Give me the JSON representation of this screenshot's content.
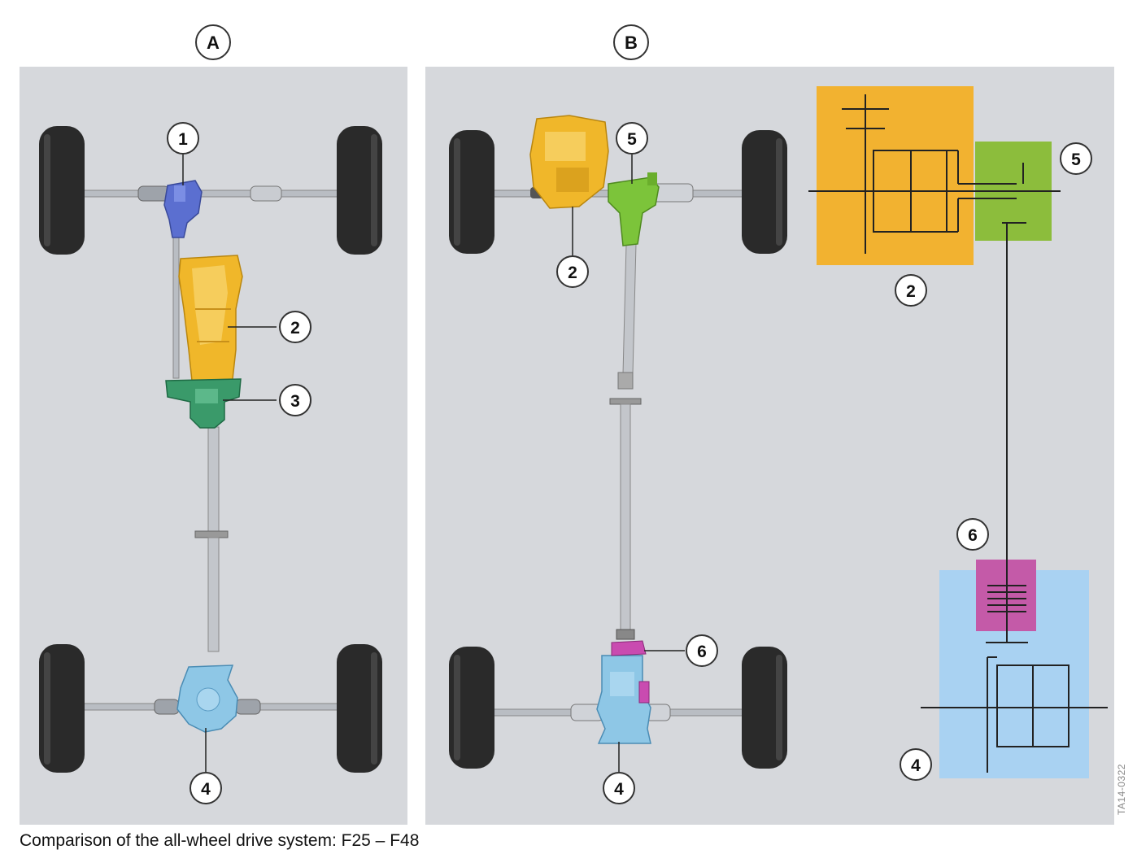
{
  "panels": {
    "a": {
      "label": "A"
    },
    "b": {
      "label": "B"
    }
  },
  "callouts": {
    "n1": "1",
    "n2": "2",
    "n3": "3",
    "n4": "4",
    "n5": "5",
    "n6": "6"
  },
  "caption": "Comparison of the all-wheel drive system: F25 – F48",
  "figure_code": "TA14-0322",
  "colors": {
    "panel_bg": "#d6d8dc",
    "tire": "#2a2a2a",
    "shaft": "#b8bcc2",
    "transfer_case_front_diff": "#5b6fd0",
    "transmission": "#f0b72a",
    "transfer_box": "#3a9a6a",
    "rear_diff": "#8ec7e6",
    "angle_gear": "#7cc43a",
    "clutch": "#c94bb0",
    "schematic_orange": "#f2b230",
    "schematic_green": "#8cbd3c",
    "schematic_blue": "#a9d2f2",
    "schematic_magenta": "#c45aa8"
  }
}
